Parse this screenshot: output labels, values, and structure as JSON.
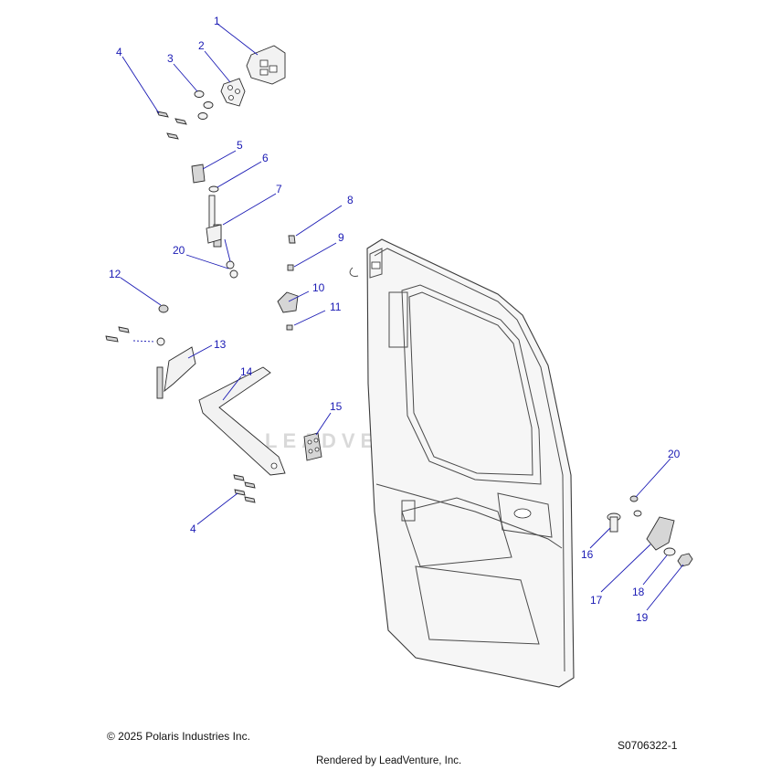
{
  "callouts": [
    "1",
    "2",
    "3",
    "4",
    "5",
    "6",
    "7",
    "8",
    "9",
    "10",
    "11",
    "12",
    "13",
    "14",
    "15",
    "4",
    "16",
    "17",
    "18",
    "19",
    "20",
    "20"
  ],
  "watermark": "LEADVENTURE",
  "footer": {
    "copyright": "© 2025 Polaris Industries Inc.",
    "reference": "S0706322-1",
    "rendered_by": "Rendered by LeadVenture, Inc."
  },
  "colors": {
    "callout": "#1a1ab4",
    "outline": "#2a2a2a"
  }
}
